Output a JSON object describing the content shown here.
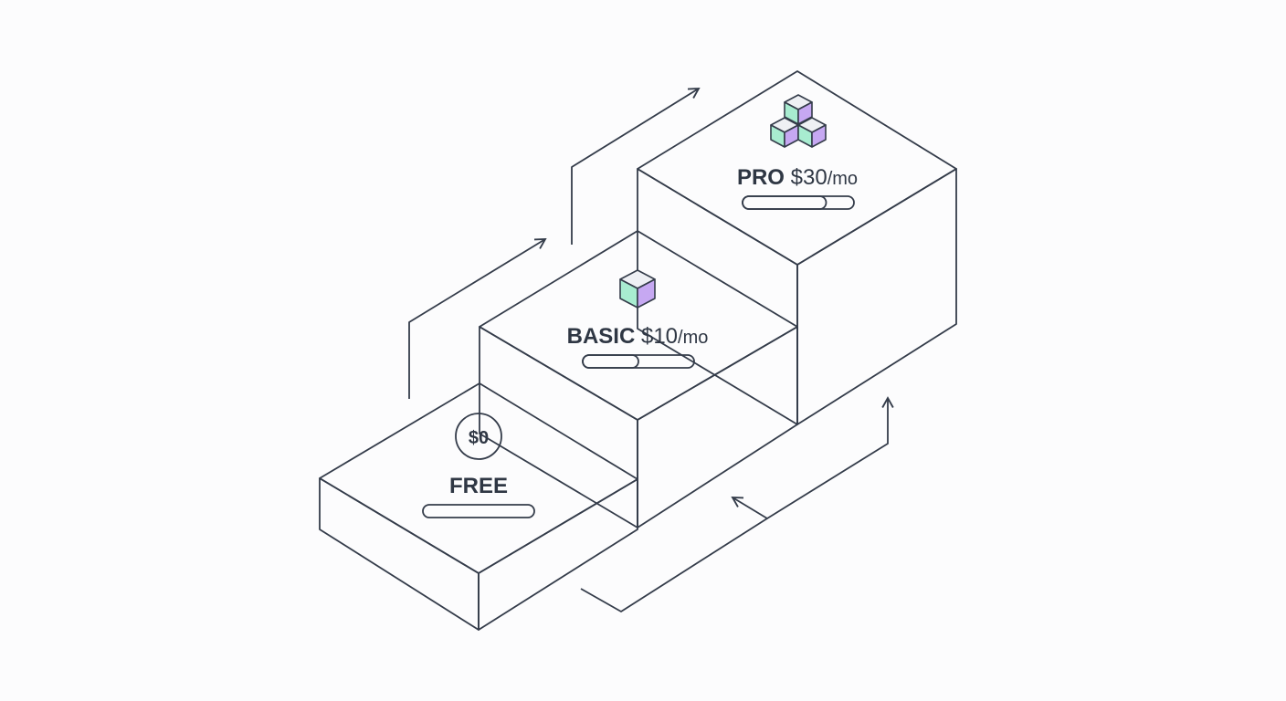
{
  "tiers": [
    {
      "name": "FREE",
      "price": "$0",
      "suffix": "",
      "progress": 0
    },
    {
      "name": "BASIC",
      "price": "$10",
      "suffix": "/mo",
      "progress": 0.5
    },
    {
      "name": "PRO",
      "price": "$30",
      "suffix": "/mo",
      "progress": 0.75
    }
  ],
  "colors": {
    "green": "#9eefcc",
    "lavender": "#e4d6f6",
    "purple": "#c6a8f2",
    "edge": "#343c4a"
  }
}
